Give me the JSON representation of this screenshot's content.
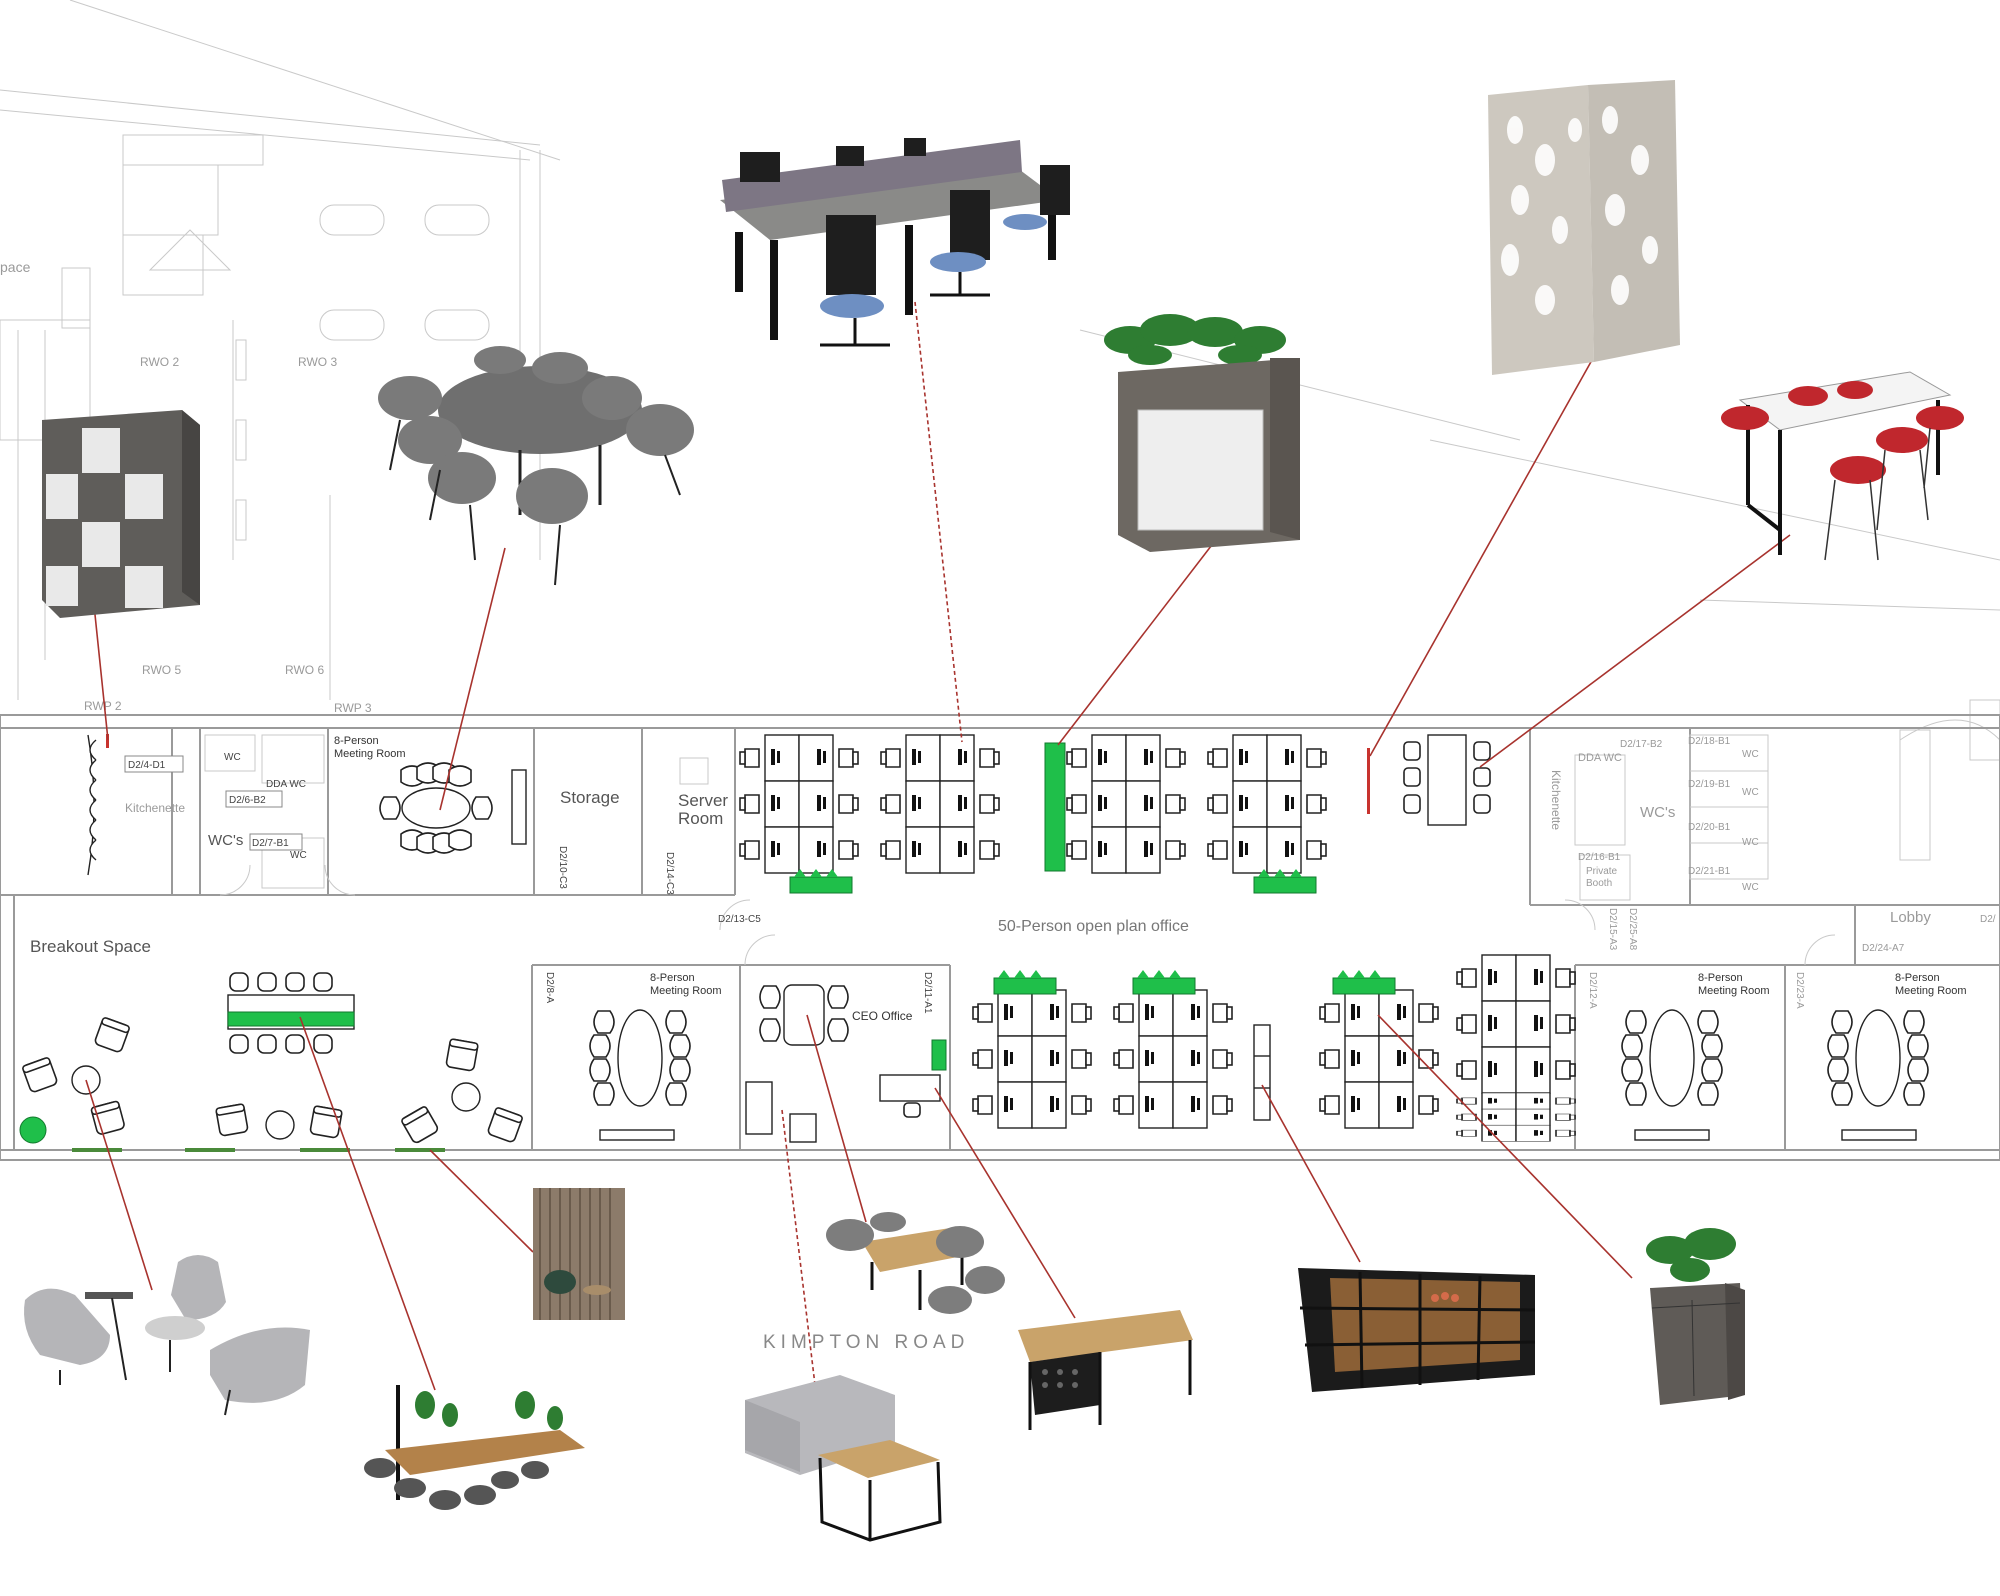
{
  "plan": {
    "street_label": "KIMPTON ROAD",
    "open_plan_label": "50-Person open plan office"
  },
  "rooms": {
    "breakout": "Breakout Space",
    "space_partial": "pace",
    "meeting_top_l1": "8-Person",
    "meeting_top_l2": "Meeting Room",
    "storage": "Storage",
    "server_l1": "Server",
    "server_l2": "Room",
    "kitchenette_left": "Kitchenette",
    "kitchenette_right": "Kitchenette",
    "wc_left": "WC's",
    "wc_right": "WC's",
    "dda_wc_left": "DDA WC",
    "dda_wc_right": "DDA WC",
    "wc_small_1": "WC",
    "wc_small_2": "WC",
    "wc_small_3": "WC",
    "wc_small_4": "WC",
    "wc_small_5": "WC",
    "wc_small_6": "WC",
    "ceo": "CEO Office",
    "meeting_a_l1": "8-Person",
    "meeting_a_l2": "Meeting Room",
    "meeting_b_l1": "8-Person",
    "meeting_b_l2": "Meeting Room",
    "meeting_c_l1": "8-Person",
    "meeting_c_l2": "Meeting Room",
    "lobby": "Lobby",
    "private_l1": "Private",
    "private_l2": "Booth"
  },
  "services": [
    "RWO 2",
    "RWO 3",
    "RWO 5",
    "RWO 6",
    "RWP 2",
    "RWP 3"
  ],
  "door_codes": [
    "D2/4-D1",
    "D2/6-B2",
    "D2/7-B1",
    "D2/10-C3",
    "D2/14-C3",
    "D2/13-C5",
    "D2/8-A",
    "D2/11-A1",
    "D2/17-B2",
    "D2/18-B1",
    "D2/19-B1",
    "D2/20-B1",
    "D2/21-B1",
    "D2/16-B1",
    "D2/15-A3",
    "D2/25-A8",
    "D2/12-A",
    "D2/23-A",
    "D2/24-A7",
    "D2/"
  ],
  "products": [
    {
      "name": "locker-cabinet-image"
    },
    {
      "name": "oval-meeting-table-image"
    },
    {
      "name": "bench-desk-cluster-image"
    },
    {
      "name": "planter-storage-unit-image"
    },
    {
      "name": "decorative-screen-panel-image"
    },
    {
      "name": "high-bench-table-image"
    },
    {
      "name": "lounge-chairs-image"
    },
    {
      "name": "canopy-bench-table-image"
    },
    {
      "name": "acoustic-slat-booth-image"
    },
    {
      "name": "small-meeting-table-image"
    },
    {
      "name": "sofa-coffee-table-image"
    },
    {
      "name": "ceo-desk-image"
    },
    {
      "name": "shelving-unit-image"
    },
    {
      "name": "planter-cabinet-image"
    }
  ],
  "colors": {
    "leader": "#a8332e",
    "planting": "#1fbf4a",
    "wall": "#9a9a9a"
  }
}
